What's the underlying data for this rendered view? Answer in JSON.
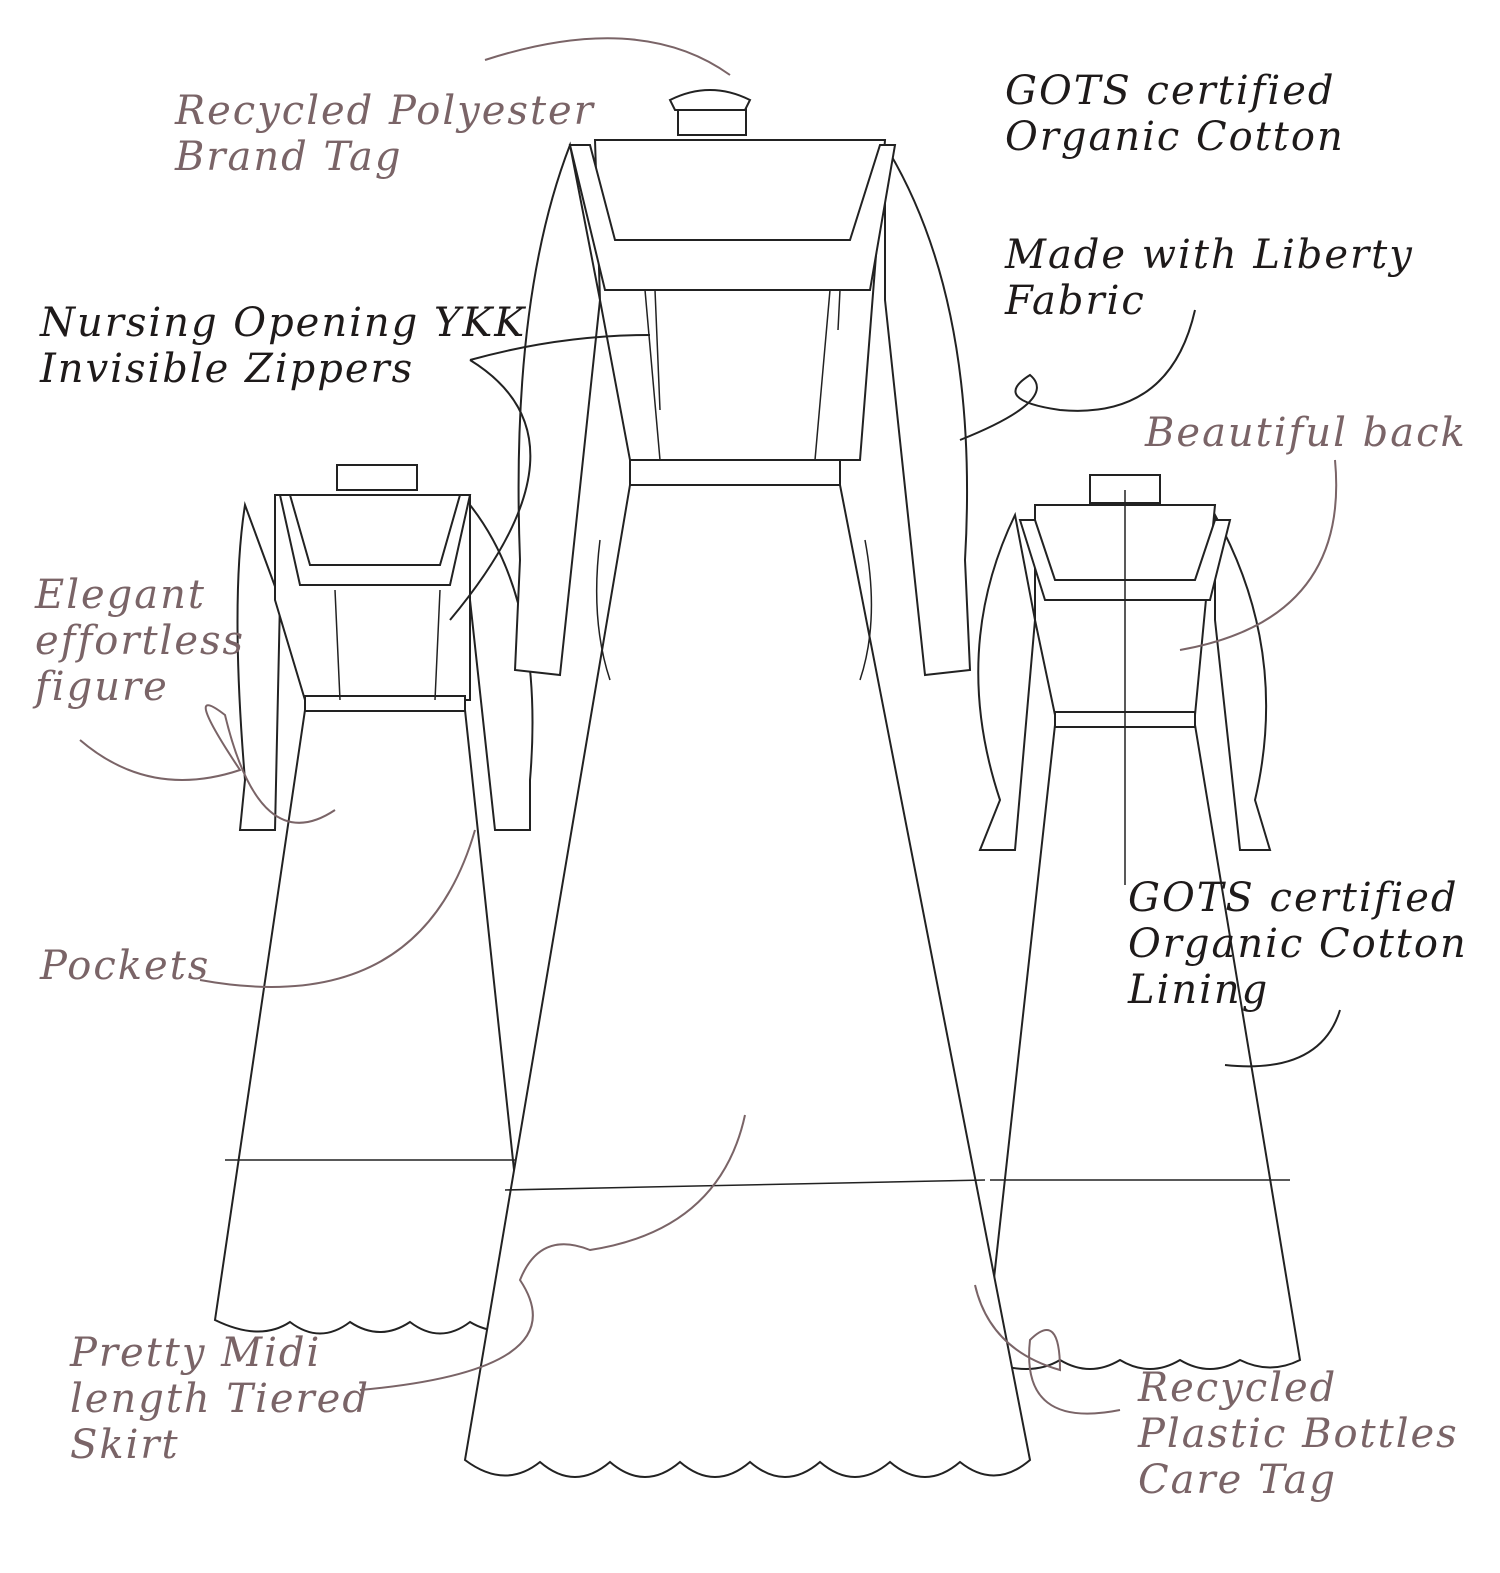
{
  "labels": {
    "brand_tag": [
      "Recycled Polyester",
      "Brand Tag"
    ],
    "gots_top": [
      "GOTS certified",
      "Organic Cotton"
    ],
    "liberty": [
      "Made with Liberty",
      "Fabric"
    ],
    "nursing": [
      "Nursing Opening YKK",
      "Invisible Zippers"
    ],
    "back": [
      "Beautiful back"
    ],
    "figure": [
      "Elegant",
      "effortless",
      "figure"
    ],
    "pockets": [
      "Pockets"
    ],
    "lining": [
      "GOTS certified",
      "Organic Cotton",
      "Lining"
    ],
    "skirt": [
      "Pretty Midi",
      "length Tiered",
      "Skirt"
    ],
    "care_tag": [
      "Recycled",
      "Plastic Bottles",
      "Care Tag"
    ]
  },
  "colors": {
    "brown_label": "#7a6467",
    "black_label": "#1e1a1a",
    "line": "#222222"
  }
}
